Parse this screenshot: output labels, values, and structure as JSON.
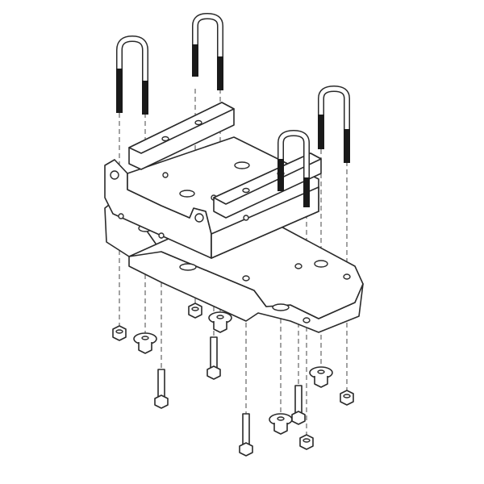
{
  "diagram": {
    "colors": {
      "line": "#2a2a2a",
      "fill": "#ffffff",
      "thread": "#1a1a1a"
    },
    "parts": {
      "u_bolts": 4,
      "clamp_bars": 2,
      "bolts": 4,
      "flange_nuts": 4,
      "hex_nuts": 4
    }
  }
}
